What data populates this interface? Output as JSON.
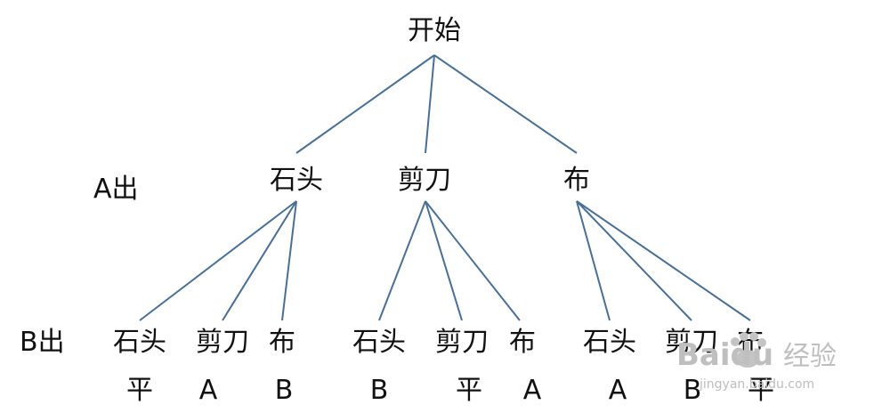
{
  "diagram": {
    "root": {
      "label": "开始"
    },
    "level_labels": {
      "a": "A出",
      "b": "B出"
    },
    "a_nodes": [
      {
        "label": "石头"
      },
      {
        "label": "剪刀"
      },
      {
        "label": "布"
      }
    ],
    "b_nodes": [
      {
        "label": "石头",
        "result": "平"
      },
      {
        "label": "剪刀",
        "result": "A"
      },
      {
        "label": "布",
        "result": "B"
      },
      {
        "label": "石头",
        "result": "B"
      },
      {
        "label": "剪刀",
        "result": "平"
      },
      {
        "label": "布",
        "result": "A"
      },
      {
        "label": "石头",
        "result": "A"
      },
      {
        "label": "剪刀",
        "result": "B"
      },
      {
        "label": "布",
        "result": "平"
      }
    ],
    "edge_color": "#4a6f95"
  },
  "watermark": {
    "logo": "Baidu",
    "text": "经验",
    "url": "jingyan.baidu.com"
  }
}
